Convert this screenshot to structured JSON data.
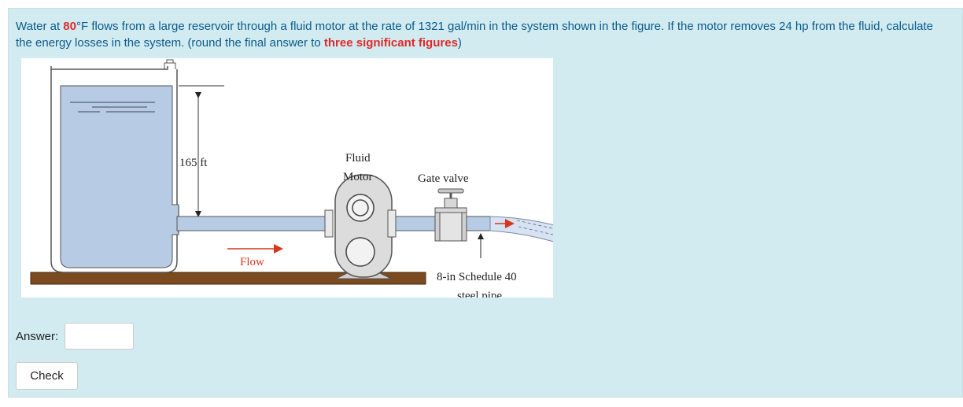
{
  "question": {
    "t1": "Water at ",
    "temp": "80",
    "t2": "°F flows from a large reservoir through a fluid motor at the rate of 1321 gal/min in the system shown in the figure. If the motor removes 24 hp from the fluid, calculate the energy losses in the system. (round the final answer to ",
    "emph": "three significant figures",
    "t3": ")"
  },
  "figure": {
    "height_label": "165 ft",
    "motor_label_1": "Fluid",
    "motor_label_2": "Motor",
    "valve_label": "Gate valve",
    "flow_label": "Flow",
    "pipe_label_1": "8-in Schedule 40",
    "pipe_label_2": "steel pipe"
  },
  "answer": {
    "label": "Answer:",
    "value": ""
  },
  "check_label": "Check",
  "colors": {
    "question_text": "#0c5a8a",
    "highlight": "#e02a2a",
    "panel_bg": "#d1ebf0",
    "water": "#b8cbe4",
    "ground": "#7b4a1e"
  }
}
